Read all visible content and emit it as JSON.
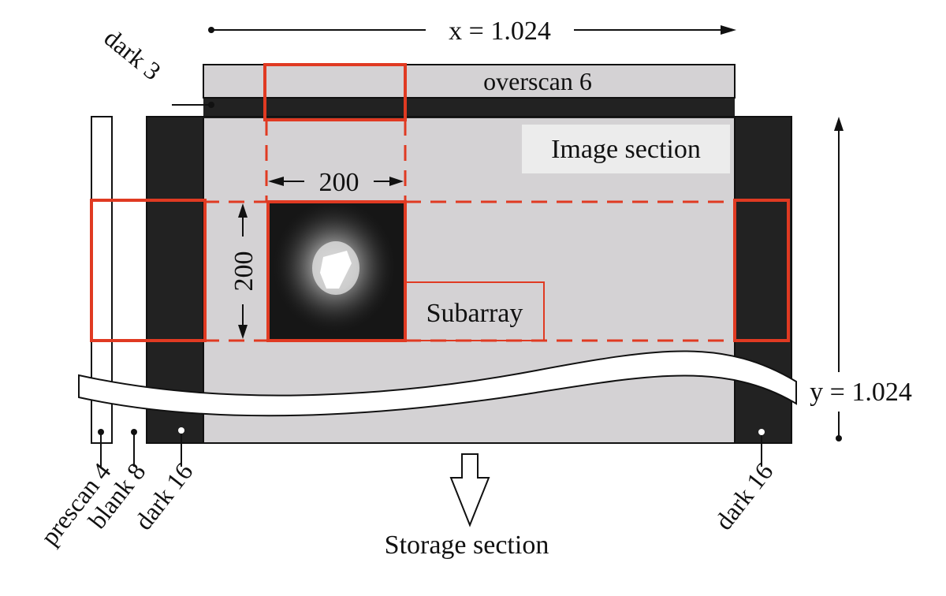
{
  "labels": {
    "x_dim": "x = 1.024",
    "y_dim": "y = 1.024",
    "overscan": "overscan 6",
    "dark_top": "dark 3",
    "image_section": "Image section",
    "subarray_width": "200",
    "subarray_height": "200",
    "subarray": "Subarray",
    "prescan": "prescan 4",
    "blank": "blank 8",
    "dark_left": "dark 16",
    "dark_right": "dark 16",
    "storage_section": "Storage section"
  },
  "colors": {
    "image_gray": "#d4d2d4",
    "dark_column": "#222222",
    "subarray_red": "#e03a22",
    "label_box": "#ececec",
    "star_image": "#161616"
  }
}
